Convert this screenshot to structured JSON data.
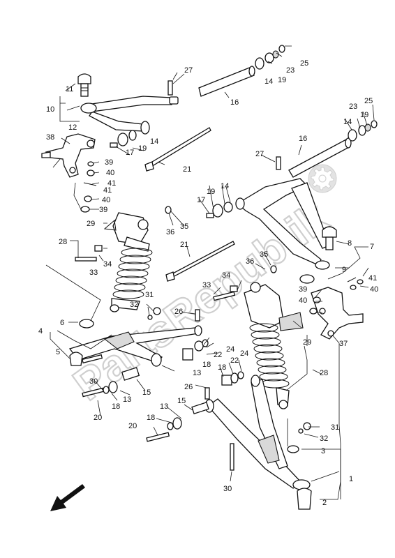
{
  "watermark": "PartsRepublik",
  "callouts": [
    {
      "n": "1"
    },
    {
      "n": "2"
    },
    {
      "n": "3"
    },
    {
      "n": "4"
    },
    {
      "n": "5"
    },
    {
      "n": "6"
    },
    {
      "n": "7"
    },
    {
      "n": "8"
    },
    {
      "n": "9"
    },
    {
      "n": "10"
    },
    {
      "n": "11"
    },
    {
      "n": "12"
    },
    {
      "n": "13"
    },
    {
      "n": "13"
    },
    {
      "n": "13"
    },
    {
      "n": "14"
    },
    {
      "n": "14"
    },
    {
      "n": "14"
    },
    {
      "n": "14"
    },
    {
      "n": "15"
    },
    {
      "n": "15"
    },
    {
      "n": "16"
    },
    {
      "n": "16"
    },
    {
      "n": "17"
    },
    {
      "n": "17"
    },
    {
      "n": "18"
    },
    {
      "n": "18"
    },
    {
      "n": "18"
    },
    {
      "n": "18"
    },
    {
      "n": "19"
    },
    {
      "n": "19"
    },
    {
      "n": "19"
    },
    {
      "n": "19"
    },
    {
      "n": "20"
    },
    {
      "n": "20"
    },
    {
      "n": "21"
    },
    {
      "n": "21"
    },
    {
      "n": "22"
    },
    {
      "n": "22"
    },
    {
      "n": "23"
    },
    {
      "n": "23"
    },
    {
      "n": "24"
    },
    {
      "n": "24"
    },
    {
      "n": "25"
    },
    {
      "n": "25"
    },
    {
      "n": "26"
    },
    {
      "n": "26"
    },
    {
      "n": "27"
    },
    {
      "n": "27"
    },
    {
      "n": "28"
    },
    {
      "n": "28"
    },
    {
      "n": "29"
    },
    {
      "n": "29"
    },
    {
      "n": "30"
    },
    {
      "n": "30"
    },
    {
      "n": "31"
    },
    {
      "n": "31"
    },
    {
      "n": "32"
    },
    {
      "n": "32"
    },
    {
      "n": "33"
    },
    {
      "n": "33"
    },
    {
      "n": "34"
    },
    {
      "n": "34"
    },
    {
      "n": "35"
    },
    {
      "n": "35"
    },
    {
      "n": "36"
    },
    {
      "n": "36"
    },
    {
      "n": "37"
    },
    {
      "n": "38"
    },
    {
      "n": "39"
    },
    {
      "n": "39"
    },
    {
      "n": "39"
    },
    {
      "n": "40"
    },
    {
      "n": "40"
    },
    {
      "n": "40"
    },
    {
      "n": "40"
    },
    {
      "n": "41"
    },
    {
      "n": "41"
    },
    {
      "n": "41"
    }
  ],
  "icons": {
    "gear": "gear-icon",
    "arrow": "direction-arrow-icon"
  }
}
